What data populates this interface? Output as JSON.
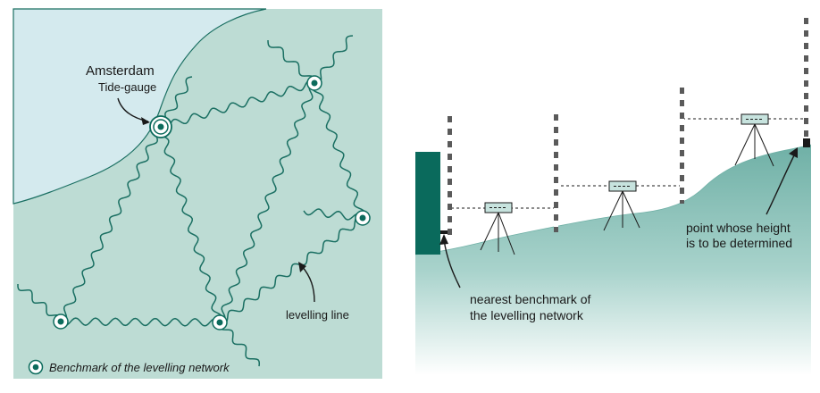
{
  "map": {
    "amsterdam_label": "Amsterdam",
    "tide_gauge_label": "Tide-gauge",
    "levelling_line_label": "levelling line",
    "legend_text": "Benchmark of the levelling network"
  },
  "profile": {
    "benchmark_label_line1": "nearest benchmark of",
    "benchmark_label_line2": "the levelling network",
    "point_label_line1": "point whose height",
    "point_label_line2": "is to be determined"
  },
  "colors": {
    "sea": "#d4eaee",
    "land": "#bddcd4",
    "line": "#1a6f62",
    "benchmark": "#0c6b5c",
    "hill_top": "#6fb0a6",
    "hill_bottom": "#ffffff",
    "wall": "#0a6a5c"
  }
}
